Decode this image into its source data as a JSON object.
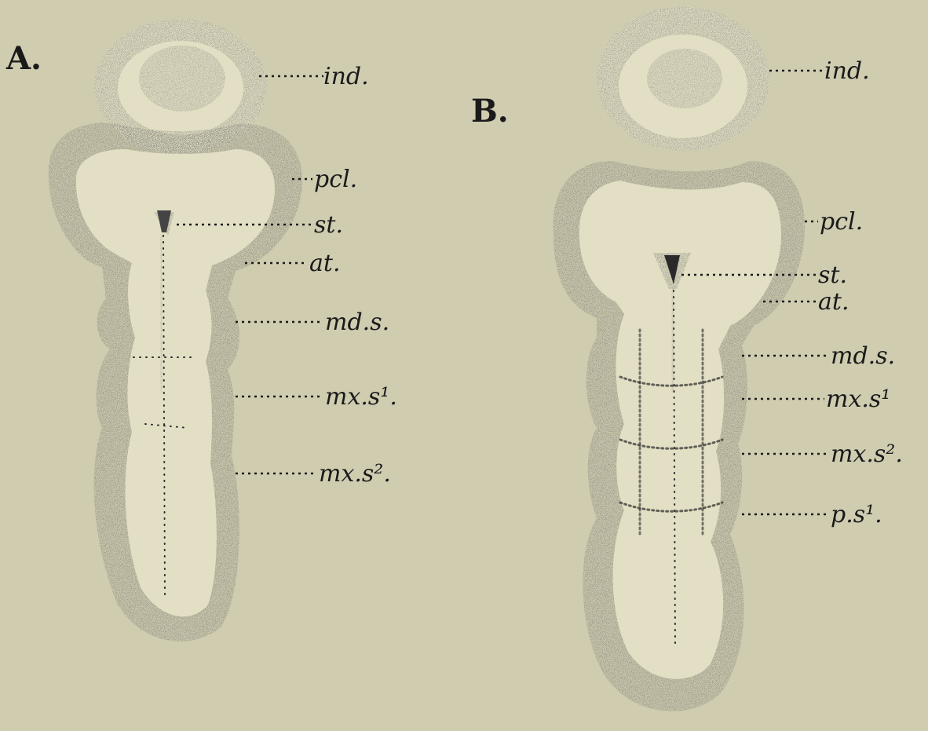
{
  "figures": [
    {
      "id": "A",
      "letter": "A.",
      "labels": [
        "ind.",
        "pcl.",
        "st.",
        "at.",
        "md.s.",
        "mx.s¹.",
        "mx.s²."
      ]
    },
    {
      "id": "B",
      "letter": "B.",
      "labels": [
        "ind.",
        "pcl.",
        "st.",
        "at.",
        "md.s.",
        "mx.s¹",
        "mx.s².",
        "p.s¹."
      ]
    }
  ],
  "colors": {
    "background": "#cfccb0",
    "ink": "#1a1a1a",
    "embryo_fill": "#e2dfc4"
  }
}
